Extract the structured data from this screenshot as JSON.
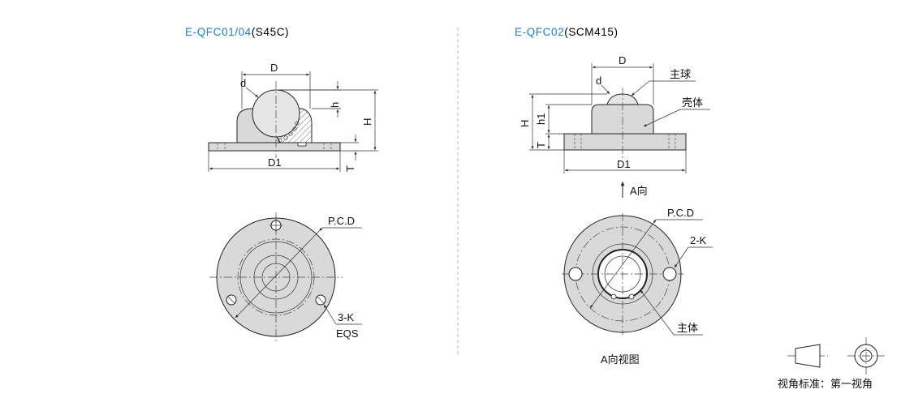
{
  "left": {
    "title_model": "E-QFC01/04",
    "title_material": "(S45C)",
    "dim_D": "D",
    "dim_d": "d",
    "dim_h": "h",
    "dim_H": "H",
    "dim_T": "T",
    "dim_D1": "D1",
    "pcd": "P.C.D",
    "holes": "3-K",
    "eqs": "EQS"
  },
  "right": {
    "title_model": "E-QFC02",
    "title_material": "(SCM415)",
    "dim_D": "D",
    "dim_d": "d",
    "dim_h1": "h1",
    "dim_H": "H",
    "dim_T": "T",
    "dim_D1": "D1",
    "main_ball": "主球",
    "shell": "壳体",
    "direction_a": "A向",
    "pcd": "P.C.D",
    "holes": "2-K",
    "main_body": "主体",
    "view_caption": "A向视图"
  },
  "projection": {
    "label": "视角标准：第一视角"
  },
  "colors": {
    "model_blue": "#1a7fc1",
    "body_grey": "#d9d9d9"
  }
}
